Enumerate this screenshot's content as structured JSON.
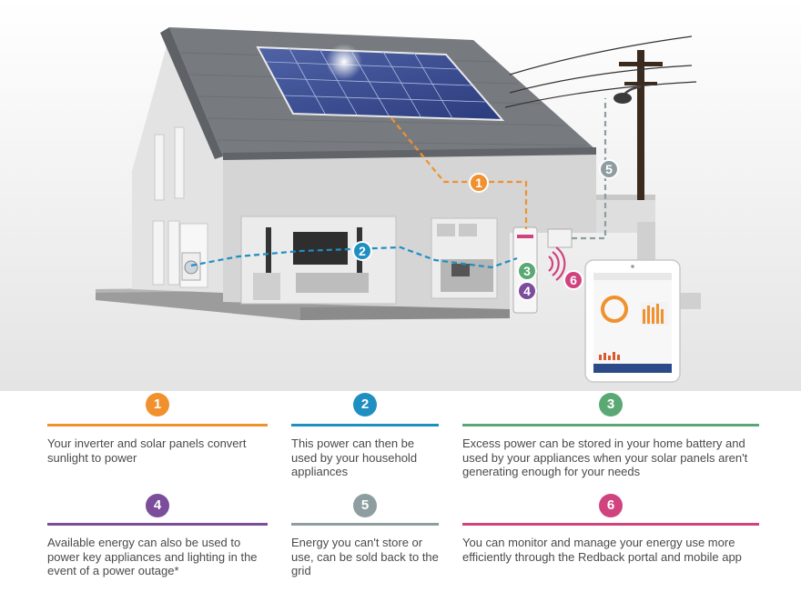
{
  "colors": {
    "step1": "#f0912e",
    "step2": "#1f8fc2",
    "step3": "#5aa974",
    "step4": "#7b4d9b",
    "step5": "#8e9ea0",
    "step6": "#d0437f"
  },
  "scene_badges": [
    "1",
    "2",
    "3",
    "4",
    "5",
    "6"
  ],
  "steps": [
    {
      "number": "1",
      "text": "Your inverter and solar panels convert sunlight to power"
    },
    {
      "number": "2",
      "text": "This power can then be used by your household appliances"
    },
    {
      "number": "3",
      "text": "Excess power can be stored in your home battery and used by your appliances when your solar panels aren't generating enough for your needs"
    },
    {
      "number": "4",
      "text": "Available energy can also be used to power key appliances and lighting in the event of a power outage*"
    },
    {
      "number": "5",
      "text": "Energy you can't store or use, can be sold back to the grid"
    },
    {
      "number": "6",
      "text": "You can monitor and manage your energy use more efficiently through the Redback portal and mobile app"
    }
  ]
}
